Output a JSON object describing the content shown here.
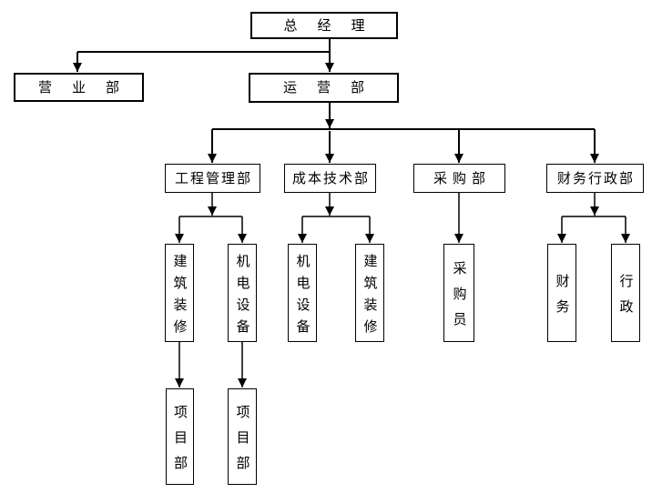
{
  "diagram": {
    "type": "org-chart",
    "background_color": "#ffffff",
    "line_color": "#000000",
    "box_fill": "#ffffff",
    "nodes": {
      "general_manager": {
        "label": "总经理"
      },
      "sales_dept": {
        "label": "营业部"
      },
      "operations_dept": {
        "label": "运营部"
      },
      "engineering_mgmt_dept": {
        "label": "工程管理部"
      },
      "cost_tech_dept": {
        "label": "成本技术部"
      },
      "purchasing_dept": {
        "label": "采购部"
      },
      "finance_admin_dept": {
        "label": "财务行政部"
      },
      "building_decoration_a": {
        "label": "建筑装修"
      },
      "mech_elec_equipment_a": {
        "label": "机电设备"
      },
      "mech_elec_equipment_b": {
        "label": "机电设备"
      },
      "building_decoration_b": {
        "label": "建筑装修"
      },
      "purchaser": {
        "label": "采购员"
      },
      "finance": {
        "label": "财务"
      },
      "admin": {
        "label": "行政"
      },
      "project_dept_a": {
        "label": "项目部"
      },
      "project_dept_b": {
        "label": "项目部"
      }
    },
    "edges": [
      [
        "general_manager",
        "sales_dept"
      ],
      [
        "general_manager",
        "operations_dept"
      ],
      [
        "operations_dept",
        "engineering_mgmt_dept"
      ],
      [
        "operations_dept",
        "cost_tech_dept"
      ],
      [
        "operations_dept",
        "purchasing_dept"
      ],
      [
        "operations_dept",
        "finance_admin_dept"
      ],
      [
        "engineering_mgmt_dept",
        "building_decoration_a"
      ],
      [
        "engineering_mgmt_dept",
        "mech_elec_equipment_a"
      ],
      [
        "cost_tech_dept",
        "mech_elec_equipment_b"
      ],
      [
        "cost_tech_dept",
        "building_decoration_b"
      ],
      [
        "purchasing_dept",
        "purchaser"
      ],
      [
        "finance_admin_dept",
        "finance"
      ],
      [
        "finance_admin_dept",
        "admin"
      ],
      [
        "building_decoration_a",
        "project_dept_a"
      ],
      [
        "mech_elec_equipment_a",
        "project_dept_b"
      ]
    ]
  }
}
